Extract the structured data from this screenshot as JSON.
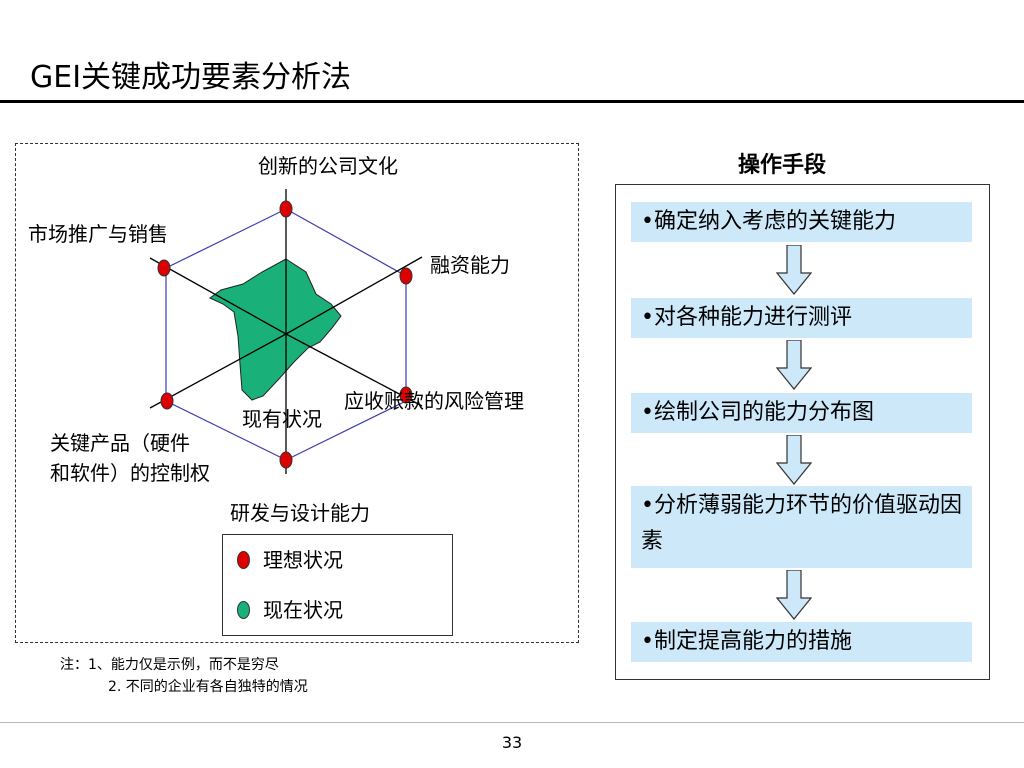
{
  "title": "GEI关键成功要素分析法",
  "radar": {
    "axes": [
      "创新的公司文化",
      "融资能力",
      "应收账款的风险管理",
      "研发与设计能力",
      "关键产品（硬件\n和软件）的控制权",
      "市场推广与销售"
    ],
    "current_label": "现有状况",
    "colors": {
      "ideal": "#dd0000",
      "current": "#1ab07a",
      "outline": "#3b3bb0"
    }
  },
  "legend": {
    "items": [
      {
        "label": "理想状况",
        "color": "#dd0000"
      },
      {
        "label": "现在状况",
        "color": "#1ab07a"
      }
    ]
  },
  "notes": {
    "line1": "注：1、能力仅是示例，而不是穷尽",
    "line2": "2.   不同的企业有各自独特的情况"
  },
  "actions": {
    "title": "操作手段",
    "steps": [
      "•确定纳入考虑的关键能力",
      "•对各种能力进行测评",
      "•绘制公司的能力分布图",
      "•分析薄弱能力环节的价值驱动因素",
      "•制定提高能力的措施"
    ],
    "colors": {
      "step_bg": "#cce8f9",
      "arrow_fill": "#cce8f9"
    }
  },
  "page_number": "33"
}
